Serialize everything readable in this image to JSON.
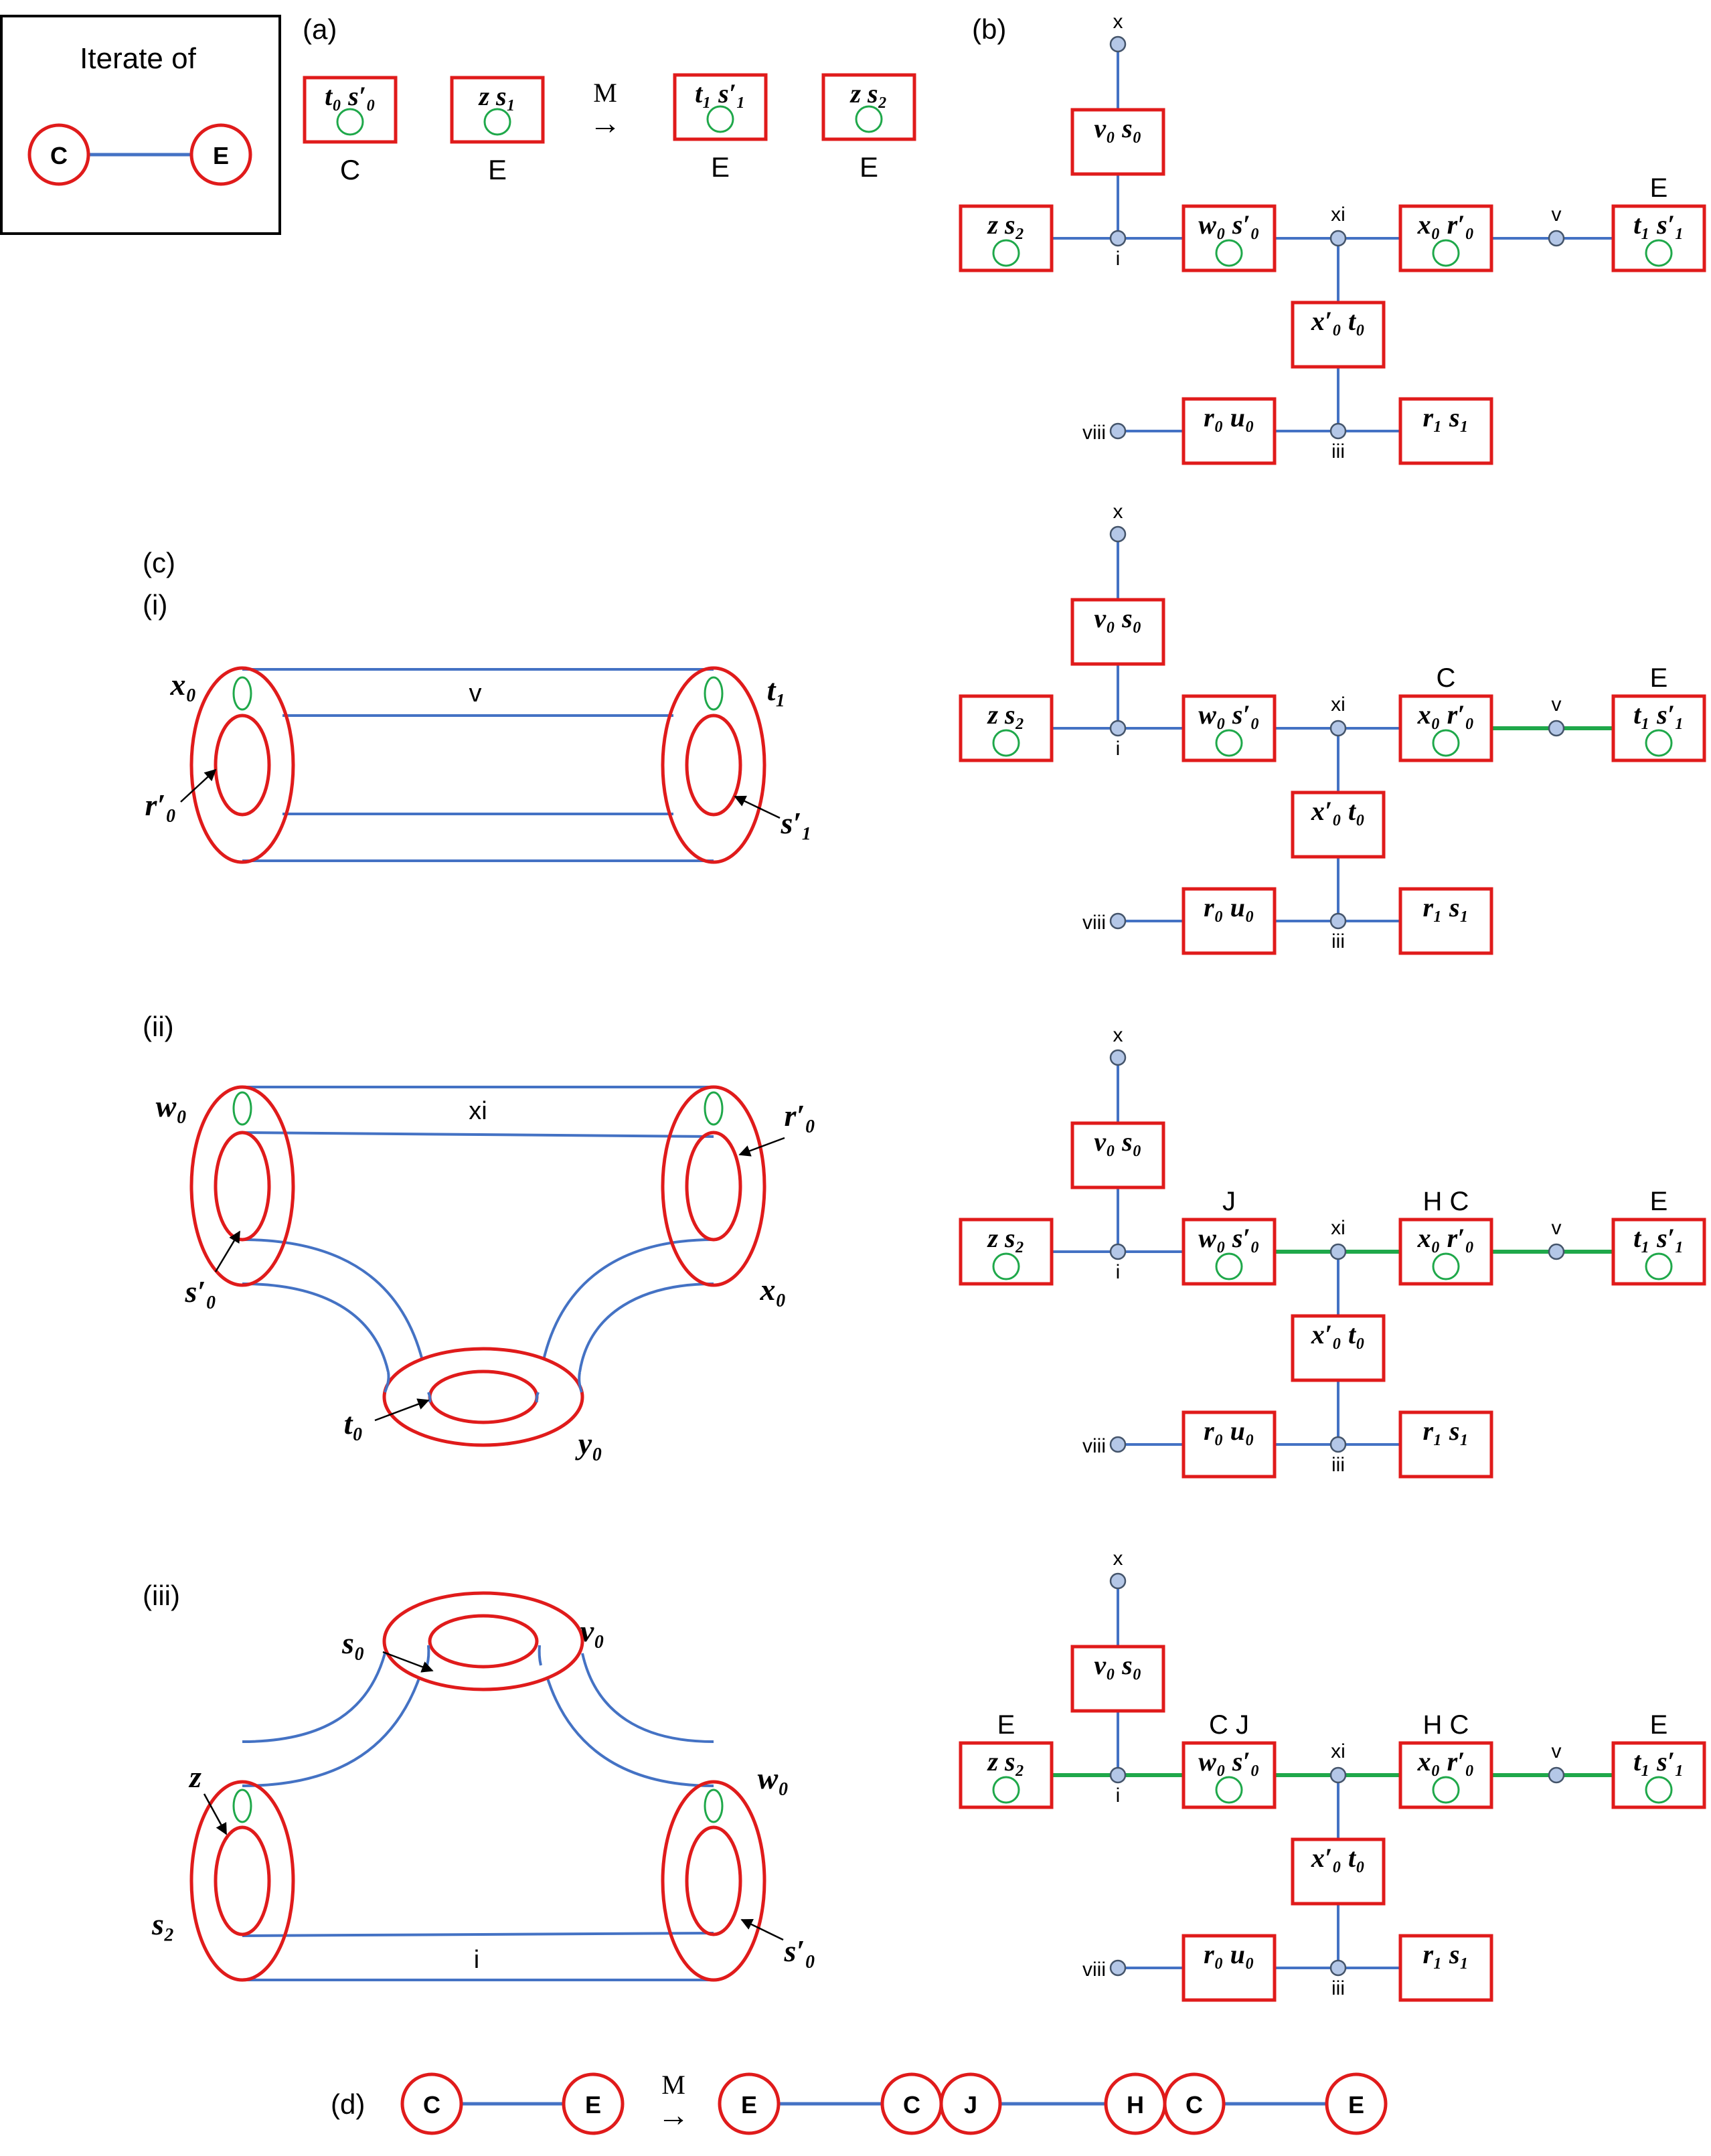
{
  "legend": {
    "title": "Iterate of",
    "left_node": "C",
    "right_node": "E"
  },
  "panel_labels": {
    "a": "(a)",
    "b": "(b)",
    "c": "(c)",
    "ci": "(i)",
    "cii": "(ii)",
    "ciii": "(iii)",
    "d": "(d)"
  },
  "panel_a": {
    "boxes": [
      {
        "label": "t₀ s′₀",
        "type": "C"
      },
      {
        "label": "z s₁",
        "type": "E"
      },
      {
        "label": "t₁ s′₁",
        "type": "E"
      },
      {
        "label": "z s₂",
        "type": "E"
      }
    ],
    "map_label": "M",
    "arrow": "→"
  },
  "tree": {
    "boxes": {
      "v0s0": "v₀ s₀",
      "zs2": "z s₂",
      "w0s0p": "w₀ s′₀",
      "x0r0p": "x₀ r′₀",
      "t1s1p": "t₁ s′₁",
      "x0pt0": "x′₀ t₀",
      "r0u0": "r₀ u₀",
      "r1s1": "r₁ s₁"
    },
    "vertices": {
      "x": "x",
      "i": "i",
      "xi": "xi",
      "v": "v",
      "viii": "viii",
      "iii": "iii"
    }
  },
  "tree_states": [
    {
      "labels": {
        "t1s1p": "E"
      },
      "green_edges": []
    },
    {
      "labels": {
        "x0r0p": "C",
        "t1s1p": "E"
      },
      "green_edges": [
        "x0r0p-v-t1s1p"
      ]
    },
    {
      "labels": {
        "w0s0p": "J",
        "x0r0p": "H C",
        "t1s1p": "E"
      },
      "green_edges": [
        "w0s0p-xi-x0r0p",
        "x0r0p-v-t1s1p"
      ]
    },
    {
      "labels": {
        "zs2": "E",
        "w0s0p": "C J",
        "x0r0p": "H C",
        "t1s1p": "E"
      },
      "green_edges": [
        "zs2-i-w0s0p",
        "w0s0p-xi-x0r0p",
        "x0r0p-v-t1s1p"
      ]
    }
  ],
  "surface_i": {
    "x0": "x₀",
    "t1": "t₁",
    "r0p": "r′₀",
    "s1p": "s′₁",
    "edge": "v"
  },
  "surface_ii": {
    "w0": "w₀",
    "r0p": "r′₀",
    "s0p": "s′₀",
    "x0": "x₀",
    "t0": "t₀",
    "y0": "y₀",
    "edge": "xi"
  },
  "surface_iii": {
    "s0": "s₀",
    "v0": "v₀",
    "z": "z",
    "w0": "w₀",
    "s2": "s₂",
    "s0p": "s′₀",
    "edge": "i"
  },
  "panel_d": {
    "left": [
      "C",
      "E"
    ],
    "map_label": "M",
    "arrow": "→",
    "right": [
      "E",
      "C",
      "J",
      "H",
      "C",
      "E"
    ]
  },
  "colors": {
    "red": "#e01b1b",
    "blue": "#4472c4",
    "green": "#1fa84a",
    "node_fill": "#b4c7e7"
  }
}
